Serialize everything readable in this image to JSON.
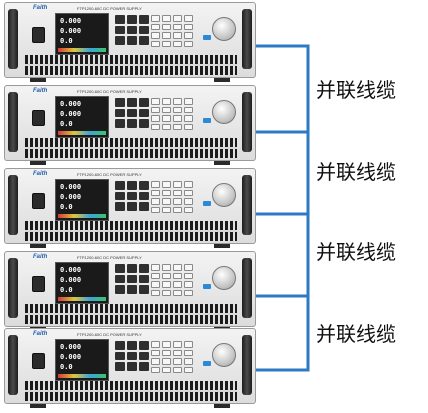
{
  "device": {
    "brand": "Faith",
    "model": "FTP1200-60C   DC POWER SUPPLY",
    "display": {
      "line1": "0.000",
      "line2": "0.000",
      "line3": "0.0"
    },
    "unit_count": 5
  },
  "connections": [
    {
      "label": "并联线缆"
    },
    {
      "label": "并联线缆"
    },
    {
      "label": "并联线缆"
    },
    {
      "label": "并联线缆"
    }
  ],
  "colors": {
    "cable": "#2e78c6",
    "accent_key": "#2a8ad8",
    "brand": "#1f5ea8"
  }
}
